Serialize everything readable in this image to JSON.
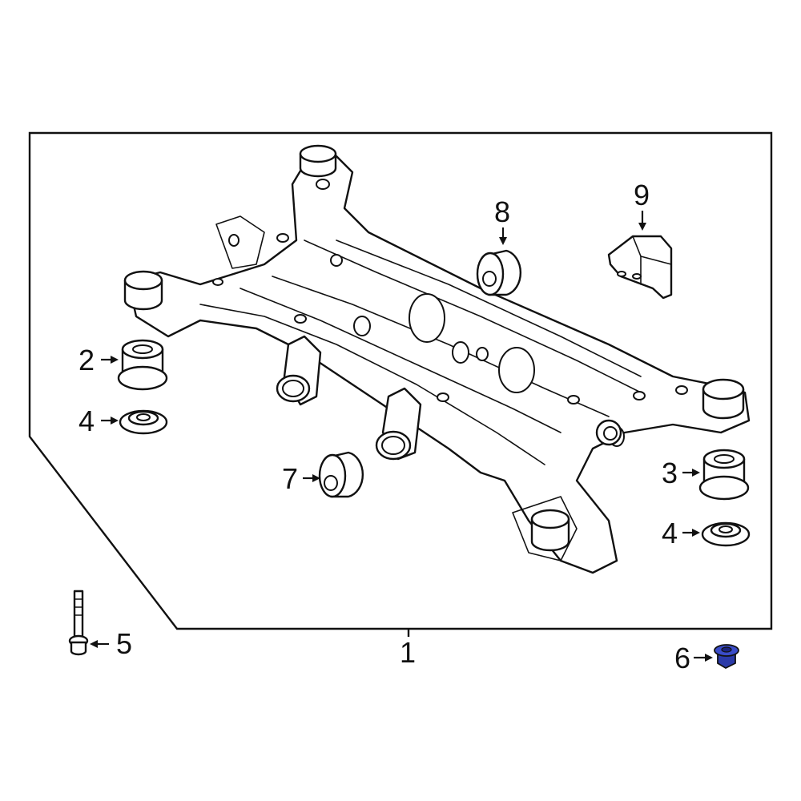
{
  "callouts": {
    "c1": "1",
    "c2": "2",
    "c3": "3",
    "c4a": "4",
    "c4b": "4",
    "c5": "5",
    "c6": "6",
    "c7": "7",
    "c8": "8",
    "c9": "9"
  },
  "colors": {
    "line": "#111111",
    "background": "#ffffff",
    "highlight_nut": "#2b3aa8"
  },
  "highlighted_part": "6"
}
